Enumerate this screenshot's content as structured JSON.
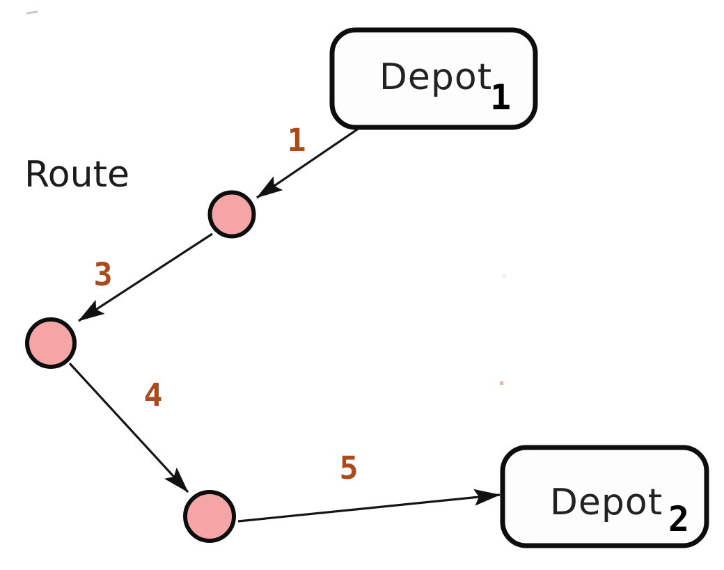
{
  "figure": {
    "route_label": "Route",
    "depot1": {
      "label": "Depot",
      "subscript": "1"
    },
    "depot2": {
      "label": "Depot",
      "subscript": "2"
    },
    "customer_nodes": [
      "customer-1",
      "customer-2",
      "customer-3"
    ],
    "edges": [
      {
        "label": "1",
        "from": "depot-1",
        "to": "customer-1"
      },
      {
        "label": "3",
        "from": "customer-1",
        "to": "customer-2"
      },
      {
        "label": "4",
        "from": "customer-2",
        "to": "customer-3"
      },
      {
        "label": "5",
        "from": "customer-3",
        "to": "depot-2"
      }
    ],
    "colors": {
      "node_fill": "#f5a5a5",
      "node_stroke": "#0d0d0d",
      "edge_label": "#ab4a1a",
      "box_fill": "#fdfdfd",
      "box_stroke": "#0d0d0d"
    }
  }
}
